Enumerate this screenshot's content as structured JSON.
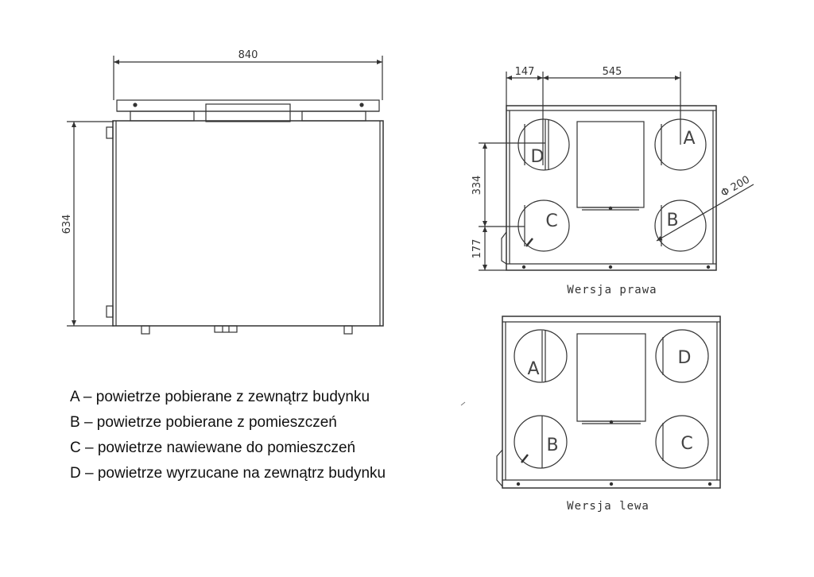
{
  "front_view": {
    "width_dim": "840",
    "height_dim": "634"
  },
  "right_version": {
    "dim_top_left": "147",
    "dim_top_right": "545",
    "dim_side_upper": "334",
    "dim_side_lower": "177",
    "diameter": "Φ 200",
    "ports": {
      "top_left": "D",
      "bottom_left": "C",
      "top_right": "A",
      "bottom_right": "B"
    },
    "caption": "Wersja prawa"
  },
  "left_version": {
    "ports": {
      "top_left": "A",
      "bottom_left": "B",
      "top_right": "D",
      "bottom_right": "C"
    },
    "caption": "Wersja lewa"
  },
  "legend": [
    "A – powietrze pobierane z zewnątrz budynku",
    "B – powietrze pobierane z pomieszczeń",
    "C – powietrze nawiewane do pomieszczeń",
    "D – powietrze wyrzucane na zewnątrz budynku"
  ]
}
